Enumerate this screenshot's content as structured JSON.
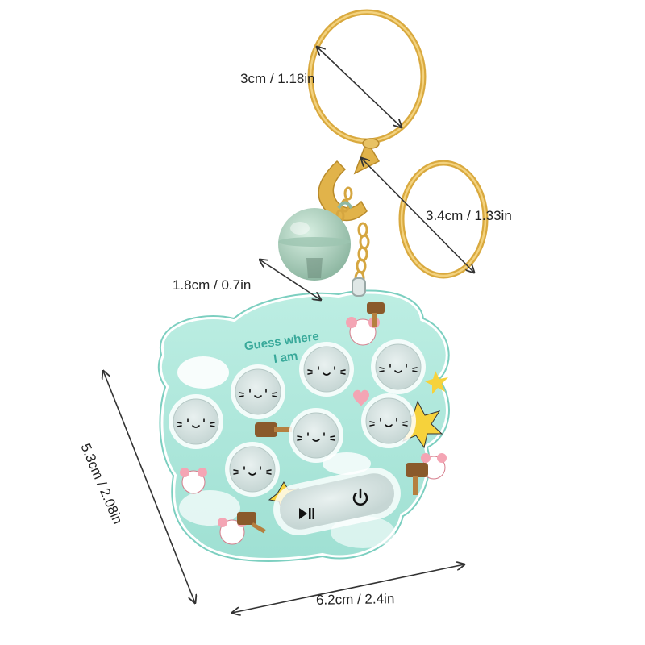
{
  "product": {
    "toy_text": "Guess where I am",
    "toy_text_line1": "Guess where",
    "toy_text_line2": "I am"
  },
  "dimensions": {
    "keyring": "3cm / 1.18in",
    "clasp": "3.4cm / 1.33in",
    "bell": "1.8cm / 0.7in",
    "height": "5.3cm / 2.08in",
    "width": "6.2cm / 2.4in"
  },
  "colors": {
    "body": "#a8e6da",
    "body_edge": "#7ccfc0",
    "button_face": "#d6e4e2",
    "gold": "#e1b34a",
    "bell": "#b7d8c6"
  },
  "icons": {
    "play_pause": "play-pause-icon",
    "power": "power-icon"
  }
}
